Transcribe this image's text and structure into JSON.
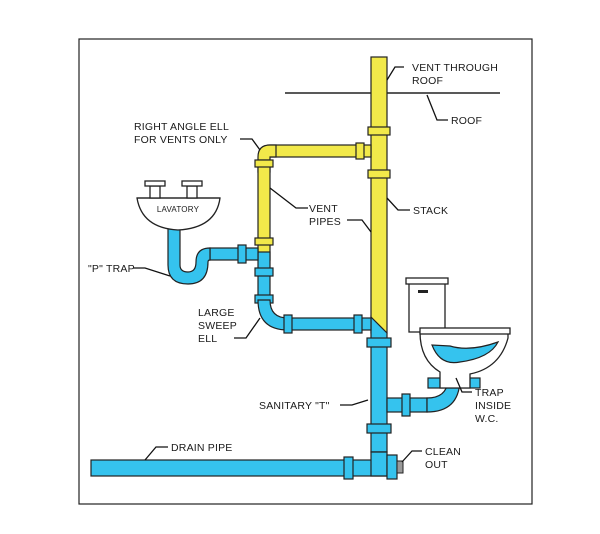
{
  "labels": {
    "vent_through_roof_1": "VENT THROUGH",
    "vent_through_roof_2": "ROOF",
    "roof": "ROOF",
    "right_angle_ell_1": "RIGHT ANGLE ELL",
    "right_angle_ell_2": "FOR VENTS ONLY",
    "lavatory": "LAVATORY",
    "vent_pipes_1": "VENT",
    "vent_pipes_2": "PIPES",
    "stack": "STACK",
    "p_trap": "\"P\" TRAP",
    "large_sweep_1": "LARGE",
    "large_sweep_2": "SWEEP",
    "large_sweep_3": "ELL",
    "trap_inside_1": "TRAP",
    "trap_inside_2": "INSIDE",
    "trap_inside_3": "W.C.",
    "sanitary_t": "SANITARY \"T\"",
    "drain_pipe": "DRAIN PIPE",
    "clean_out_1": "CLEAN",
    "clean_out_2": "OUT"
  },
  "colors": {
    "vent": "#f2e94a",
    "drain": "#35c3ee",
    "outline": "#222222"
  }
}
